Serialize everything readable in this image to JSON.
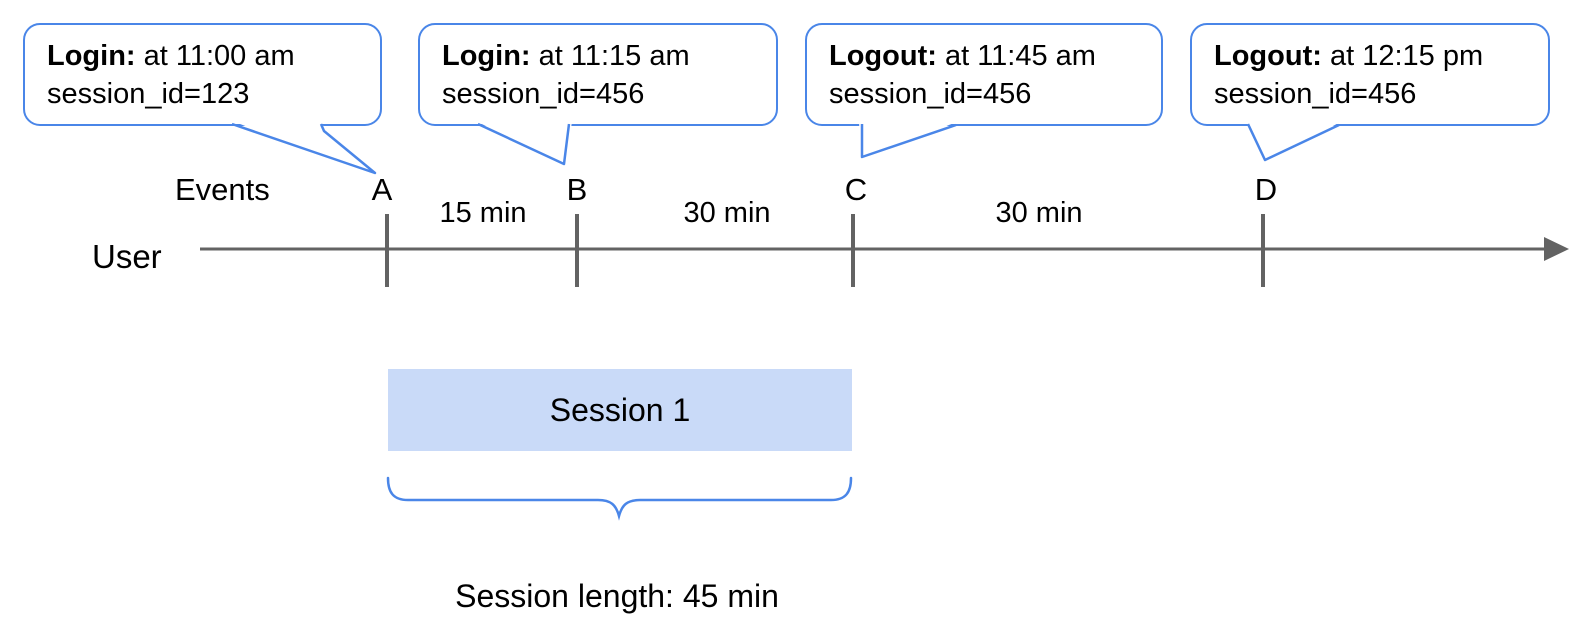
{
  "callouts": [
    {
      "event": "A",
      "action": "Login:",
      "time": "at 11:00 am",
      "session": "session_id=123"
    },
    {
      "event": "B",
      "action": "Login:",
      "time": "at 11:15 am",
      "session": "session_id=456"
    },
    {
      "event": "C",
      "action": "Logout:",
      "time": "at 11:45 am",
      "session": "session_id=456"
    },
    {
      "event": "D",
      "action": "Logout:",
      "time": "at 12:15 pm",
      "session": "session_id=456"
    }
  ],
  "timeline": {
    "row_label": "User",
    "events_label": "Events",
    "markers": [
      "A",
      "B",
      "C",
      "D"
    ],
    "intervals": [
      "15 min",
      "30 min",
      "30 min"
    ]
  },
  "session_bar": {
    "label": "Session 1"
  },
  "caption": {
    "session_length": "Session length: 45 min"
  },
  "colors": {
    "callout_blue": "#4a86e8",
    "session_fill": "#c9daf8",
    "axis_gray": "#636363"
  }
}
